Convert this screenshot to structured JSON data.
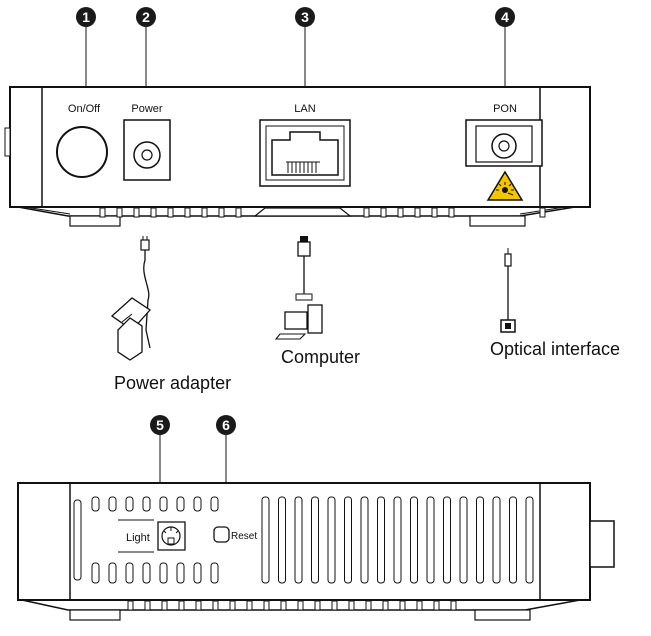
{
  "callouts": [
    "1",
    "2",
    "3",
    "4",
    "5",
    "6"
  ],
  "front_panel": {
    "on_off_label": "On/Off",
    "power_label": "Power",
    "lan_label": "LAN",
    "pon_label": "PON",
    "laser_warning_icon": "laser-warning-icon"
  },
  "connections": {
    "power_adapter": "Power adapter",
    "computer": "Computer",
    "optical_interface": "Optical interface"
  },
  "top_panel": {
    "light_label": "Light",
    "reset_label": "Reset"
  },
  "colors": {
    "line": "#111111",
    "callout": "#1a1a1a",
    "warning": "#f5c400"
  }
}
